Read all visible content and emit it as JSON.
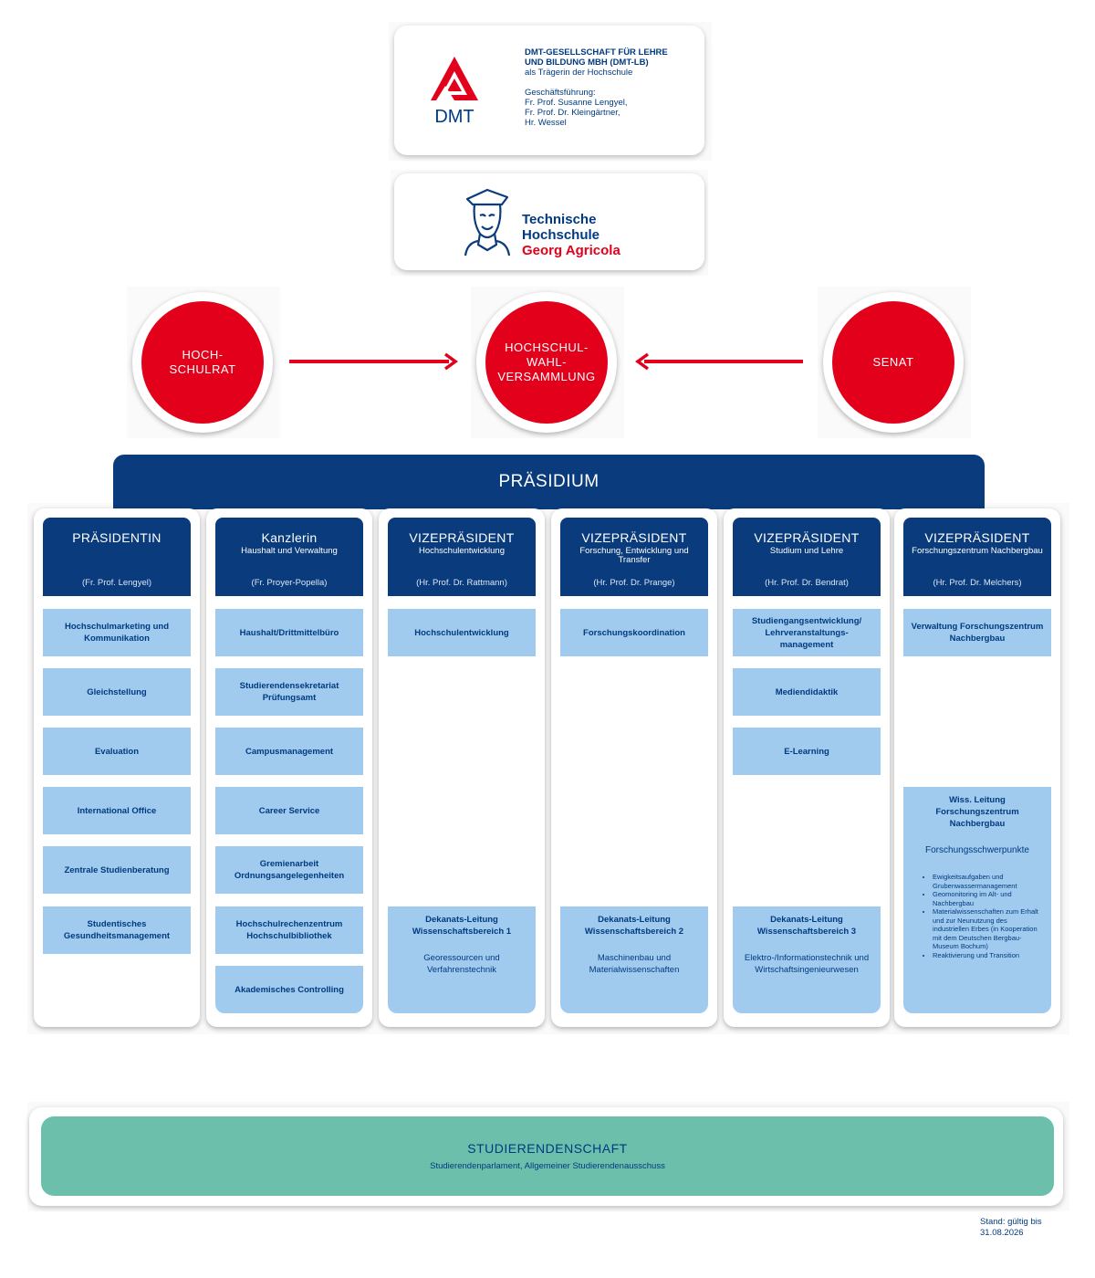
{
  "dmt": {
    "logo_text": "DMT",
    "line1": "DMT-GESELLSCHAFT FÜR LEHRE",
    "line2": "UND BILDUNG MBH (DMT-LB)",
    "line3": "als Trägerin der Hochschule",
    "gf_label": "Geschäftsführung:",
    "gf1": "Fr. Prof. Susanne Lengyel,",
    "gf2": "Fr. Prof. Dr. Kleingärtner,",
    "gf3": "Hr. Wessel"
  },
  "thga": {
    "name1": "Technische",
    "name2": "Hochschule",
    "name3": "Georg Agricola"
  },
  "circles": {
    "hochschulrat1": "HOCH-",
    "hochschulrat2": "SCHULRAT",
    "wahl1": "HOCHSCHUL-",
    "wahl2": "WAHL-",
    "wahl3": "VERSAMMLUNG",
    "senat": "SENAT"
  },
  "colors": {
    "red": "#e2001a",
    "navy": "#0a3c7d",
    "light_blue": "#a0cbee",
    "green": "#6cbfab"
  },
  "praesidium": "PRÄSIDIUM",
  "columns": [
    {
      "title": "PRÄSIDENTIN",
      "sub": "",
      "person": "(Fr. Prof. Lengyel)",
      "boxes": [
        "Hochschulmarketing und Kommunikation",
        "Gleichstellung",
        "Evaluation",
        "International Office",
        "Zentrale Studienberatung",
        "Studentisches Gesundheitsmanagement"
      ]
    },
    {
      "title": "Kanzlerin",
      "sub": "Haushalt und Verwaltung",
      "person": "(Fr. Proyer-Popella)",
      "boxes": [
        "Haushalt/Drittmittelbüro",
        "Studierendensekretariat Prüfungsamt",
        "Campusmanagement",
        "Career Service",
        "Gremienarbeit Ordnungsangelegenheiten",
        "Hochschulrechenzentrum Hochschulbibliothek",
        "Akademisches Controlling"
      ]
    },
    {
      "title": "VIZEPRÄSIDENT",
      "sub": "Hochschulentwicklung",
      "person": "(Hr. Prof. Dr. Rattmann)",
      "boxes": [
        "Hochschulentwicklung"
      ],
      "dekanat": {
        "title": "Dekanats-Leitung Wissenschaftsbereich 1",
        "sub": "Georessourcen und Verfahrenstechnik"
      }
    },
    {
      "title": "VIZEPRÄSIDENT",
      "sub": "Forschung, Entwicklung und Transfer",
      "person": "(Hr. Prof. Dr. Prange)",
      "boxes": [
        "Forschungskoordination"
      ],
      "dekanat": {
        "title": "Dekanats-Leitung Wissenschaftsbereich 2",
        "sub": "Maschinenbau und Materialwissenschaften"
      }
    },
    {
      "title": "VIZEPRÄSIDENT",
      "sub": "Studium und Lehre",
      "person": "(Hr. Prof. Dr. Bendrat)",
      "boxes": [
        "Studiengangsentwicklung/ Lehrveranstaltungs- management",
        "Mediendidaktik",
        "E-Learning"
      ],
      "dekanat": {
        "title": "Dekanats-Leitung Wissenschaftsbereich 3",
        "sub": "Elektro-/Informationstechnik und Wirtschaftsingenieurwesen"
      }
    },
    {
      "title": "VIZEPRÄSIDENT",
      "sub": "Forschungszentrum Nachbergbau",
      "person": "(Hr. Prof. Dr. Melchers)",
      "boxes": [
        "Verwaltung Forschungszentrum Nachbergbau"
      ],
      "wiss": {
        "title": "Wiss. Leitung Forschungszentrum Nachbergbau",
        "sub": "Forschungsschwerpunkte",
        "items": [
          "Ewigkeitsaufgaben und Grubenwassermanagement",
          "Geomonitoring im Alt- und Nachbergbau",
          "Materialwissenschaften zum Erhalt und zur Neunutzung des industriellen Erbes (in Kooperation mit dem Deutschen Bergbau-Museum Bochum)",
          "Reaktivierung und Transition"
        ]
      }
    }
  ],
  "studierendenschaft": {
    "title": "STUDIERENDENSCHAFT",
    "sub": "Studierendenparlament, Allgemeiner Studierendenausschuss"
  },
  "stand": {
    "line1": "Stand: gültig bis",
    "line2": "31.08.2026"
  }
}
